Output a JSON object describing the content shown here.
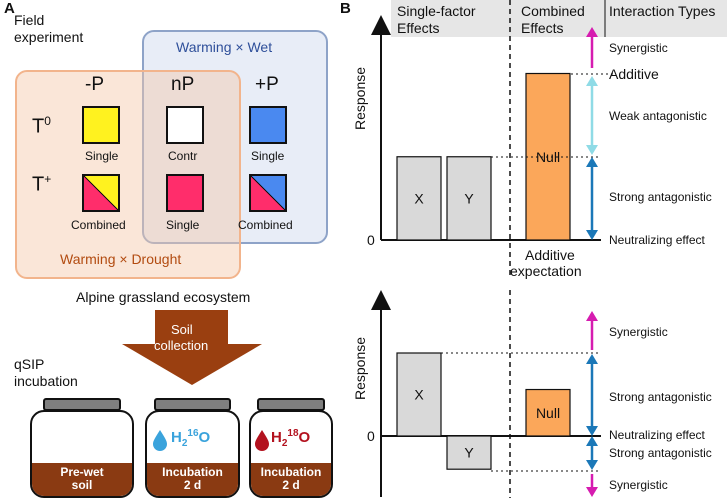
{
  "panel_a": {
    "letter": "A",
    "field_experiment": [
      "Field",
      "experiment"
    ],
    "box_wet_label": "Warming × Wet",
    "box_drought_label": "Warming × Drought",
    "columns": [
      "-P",
      "nP",
      "+P"
    ],
    "rows": [
      "T",
      "T"
    ],
    "row_sup": [
      "0",
      "+"
    ],
    "cells": [
      {
        "label": "Single",
        "fill": "yellow"
      },
      {
        "label": "Contr",
        "fill": "white"
      },
      {
        "label": "Single",
        "fill": "blue"
      },
      {
        "label": "Combined",
        "fill": "pink-yellow"
      },
      {
        "label": "Single",
        "fill": "pink"
      },
      {
        "label": "Combined",
        "fill": "pink-blue"
      }
    ],
    "ecosystem": "Alpine grassland ecosystem",
    "arrow_label": [
      "Soil",
      "collection"
    ],
    "qsip": [
      "qSIP",
      "incubation"
    ],
    "jars": [
      {
        "band_lines": [
          "Pre-wet",
          "soil"
        ]
      },
      {
        "band_lines": [
          "Incubation",
          "2 d"
        ],
        "water": {
          "base": "H",
          "sub": "2",
          "sup": "16",
          "tail": "O",
          "color": "#3aa3dc"
        }
      },
      {
        "band_lines": [
          "Incubation",
          "2 d"
        ],
        "water": {
          "base": "H",
          "sub": "2",
          "sup": "18",
          "tail": "O",
          "color": "#b3121f"
        }
      }
    ],
    "colors": {
      "yellow": "#fff21f",
      "blue": "#4a89f0",
      "pink": "#ff2d6b",
      "soil": "#8a3a12",
      "wet_box": "#e8edf7",
      "drought_box": "#f8e7da",
      "arrow": "#9a3f10"
    }
  },
  "panel_b": {
    "letter": "B",
    "headers": {
      "single": [
        "Single-factor",
        "Effects"
      ],
      "combined": [
        "Combined",
        "Effects"
      ],
      "interaction": "Interaction Types"
    },
    "ylabel": "Response",
    "zero": "0",
    "top": {
      "bars": [
        {
          "label": "X",
          "value": 0.45
        },
        {
          "label": "Y",
          "value": 0.45
        },
        {
          "label": "Null",
          "value": 0.9
        }
      ],
      "additive_expectation": [
        "Additive",
        "expectation"
      ],
      "labels": [
        "Synergistic",
        "Additive",
        "Weak antagonistic",
        "Strong antagonistic",
        "Neutralizing effect"
      ]
    },
    "bottom": {
      "bars": [
        {
          "label": "X",
          "value": 0.5
        },
        {
          "label": "Y",
          "value": -0.2
        },
        {
          "label": "Null",
          "value": 0.28
        }
      ],
      "labels": [
        "Synergistic",
        "Strong antagonistic",
        "Neutralizing effect",
        "Strong antagonistic",
        "Synergistic"
      ]
    },
    "colors": {
      "bar_grey": "#d9d9d9",
      "bar_orange": "#fba75a",
      "magenta": "#d61cb0",
      "light_blue": "#8fdbe6",
      "dark_blue": "#1b78b8",
      "header_bg": "#e6e6e6"
    }
  }
}
